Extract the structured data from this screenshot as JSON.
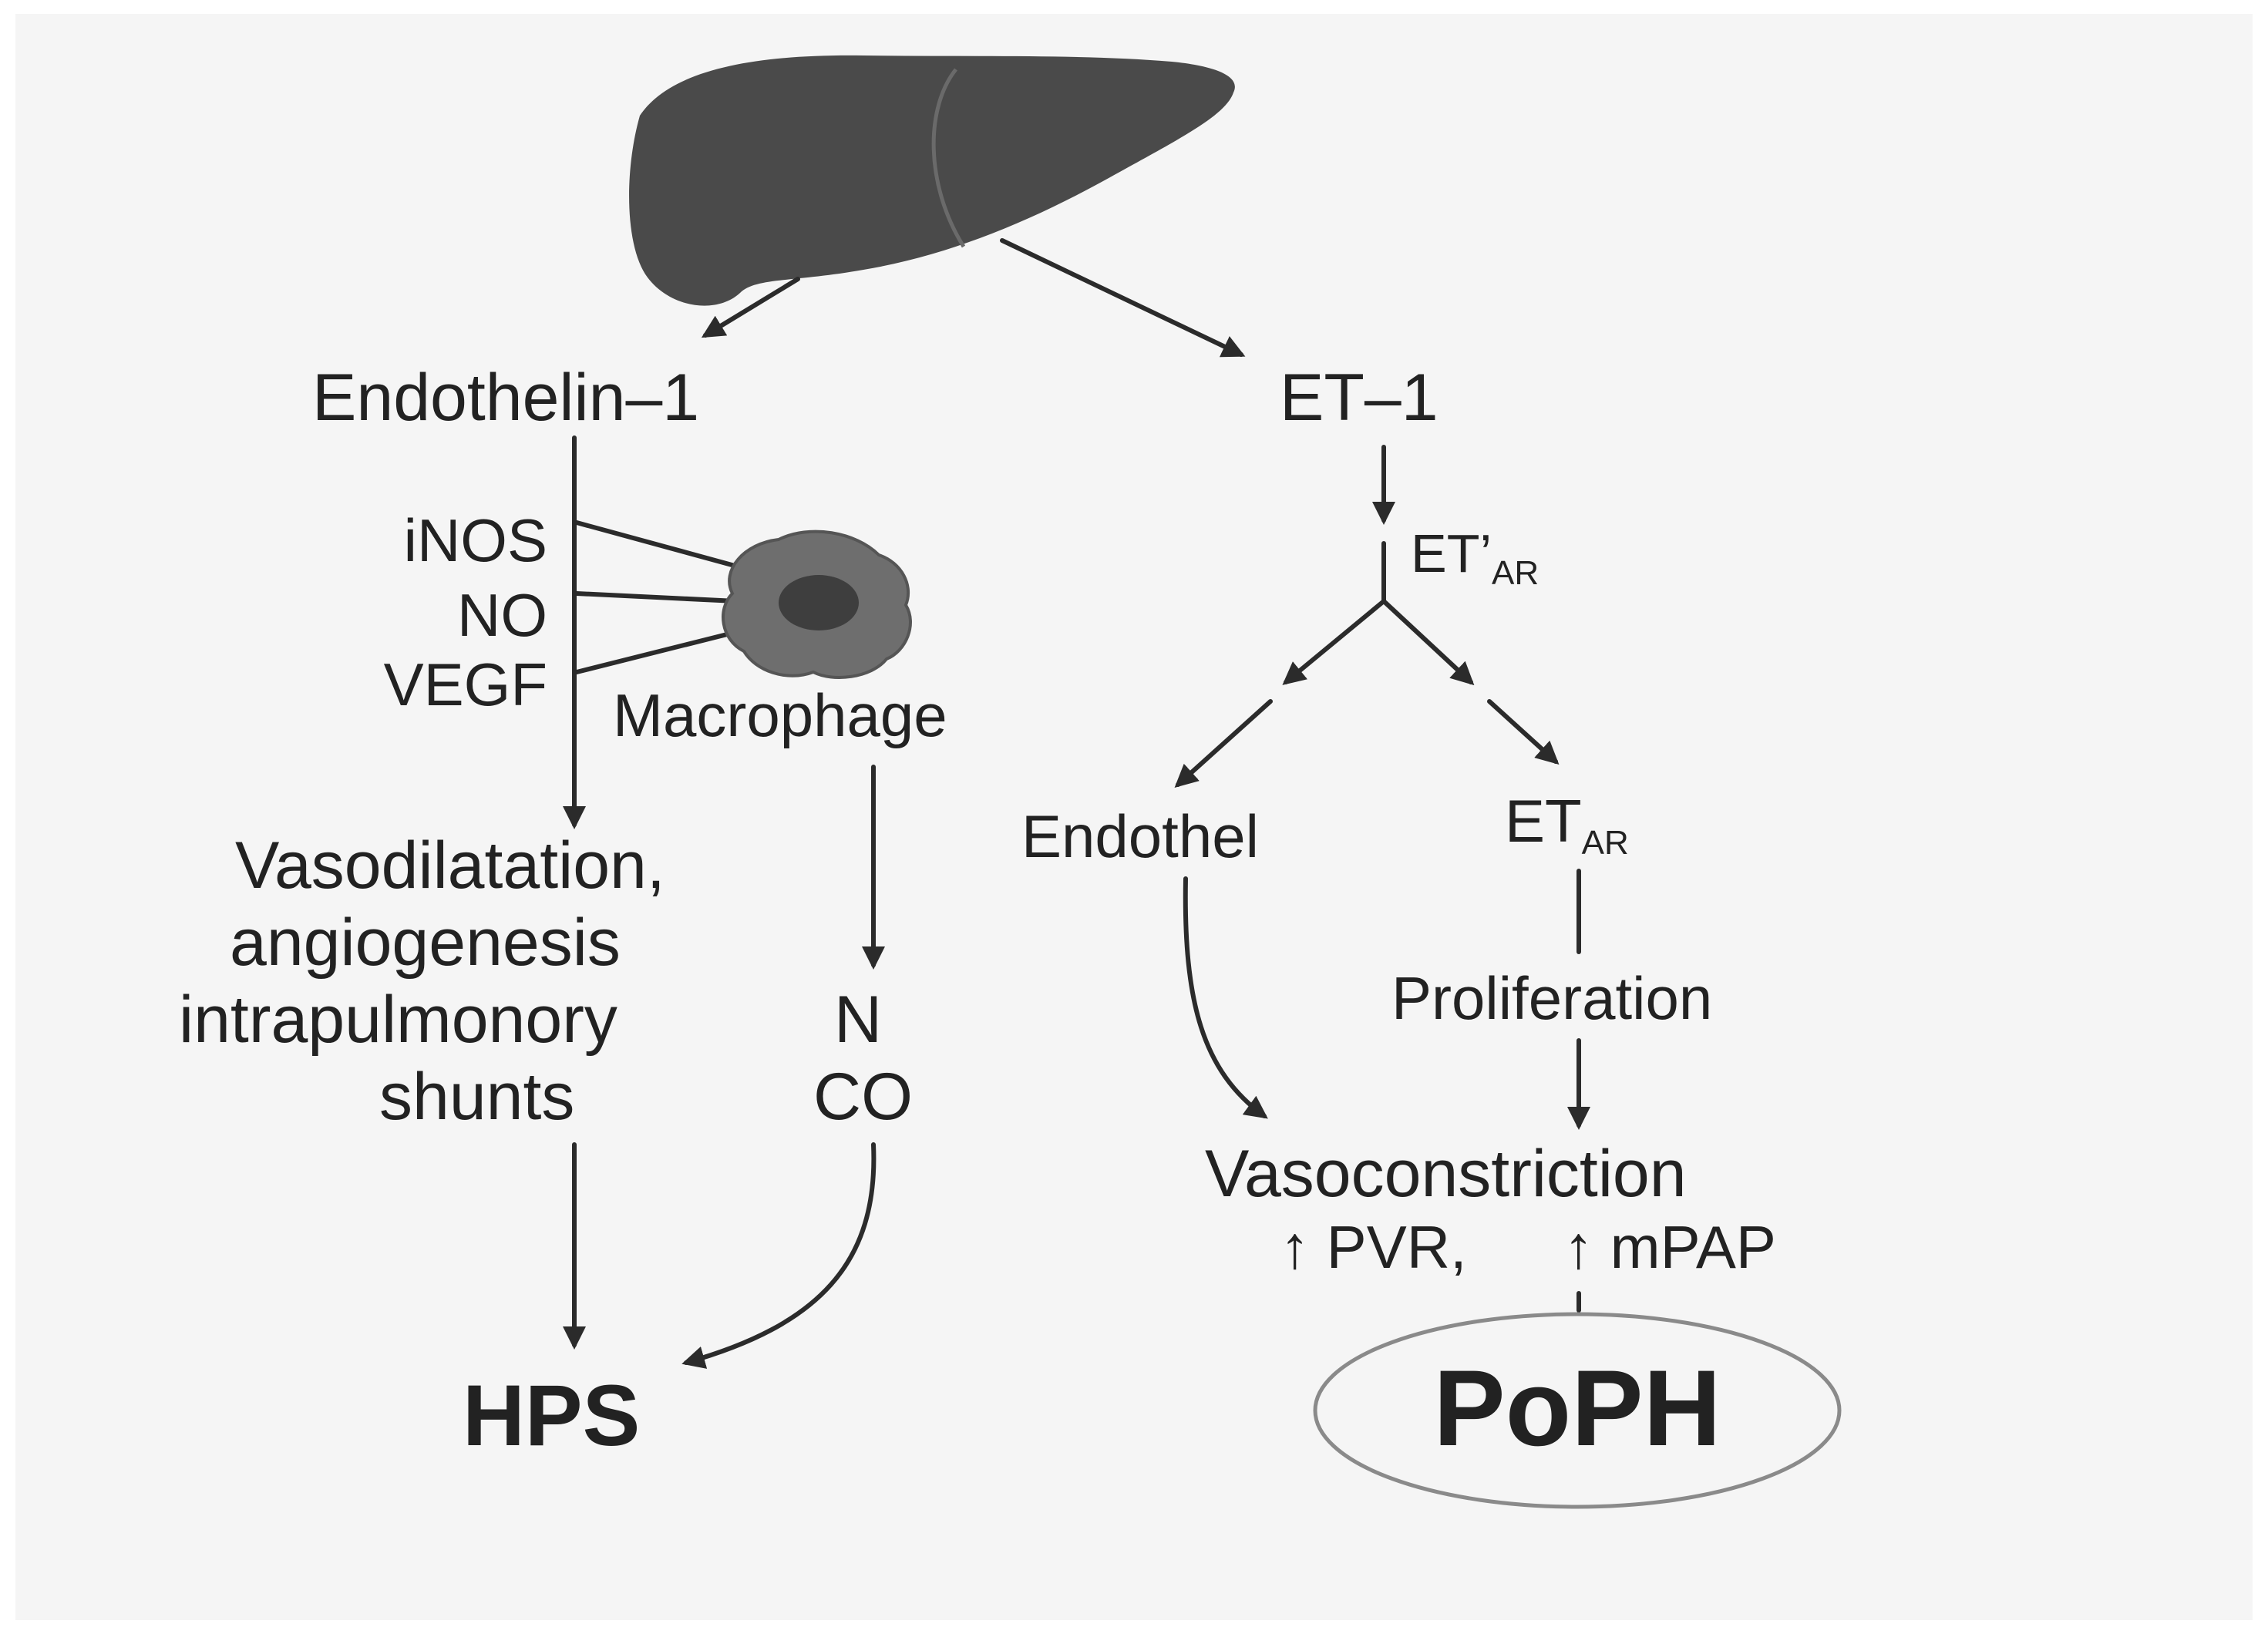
{
  "colors": {
    "background": "#f5f5f5",
    "ink": "#222222",
    "liver": "#4a4a4a",
    "macrophage_outer": "#6e6e6e",
    "macrophage_inner": "#3e3e3e",
    "ellipse_stroke": "#8a8a8a"
  },
  "left_branch": {
    "source": "Endothelin–1",
    "mediators": [
      "iNOS",
      "NO",
      "VEGF"
    ],
    "cell": "Macrophage",
    "effects": [
      "Vasodilatation,",
      "angiogenesis",
      "intrapulmonory",
      "shunts"
    ],
    "macrophage_products": [
      "N",
      "CO"
    ],
    "outcome": "HPS"
  },
  "right_branch": {
    "source": "ET–1",
    "receptor_prime": {
      "base": "ET’",
      "sub": "AR"
    },
    "endothel": "Endothel",
    "receptor": {
      "base": "ET",
      "sub": "AR"
    },
    "proliferation": "Proliferation",
    "effect": "Vasoconstriction",
    "markers": [
      "↑ PVR,",
      "↑ mPAP"
    ],
    "outcome": "PoPH"
  },
  "icons": {
    "liver": "liver-icon",
    "macrophage": "macrophage-icon"
  }
}
